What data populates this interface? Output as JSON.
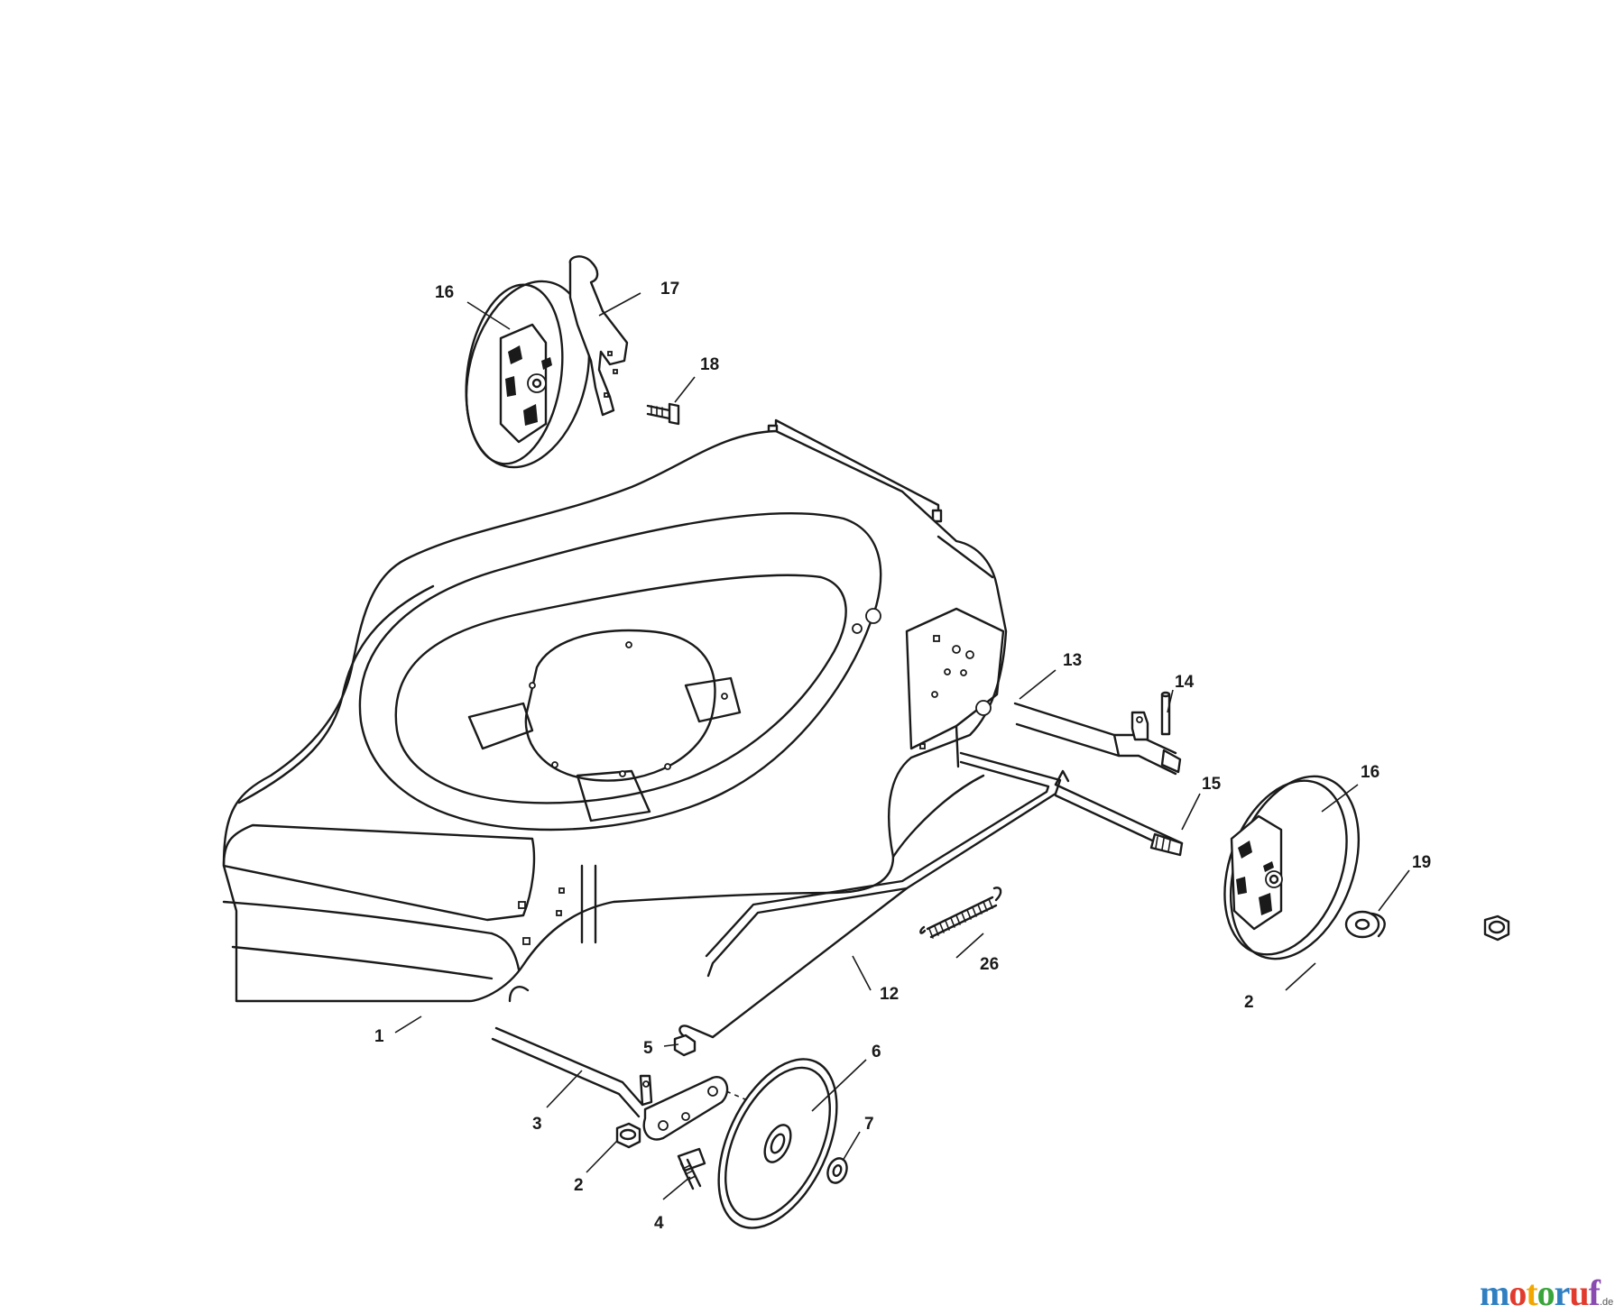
{
  "diagram": {
    "callouts": [
      {
        "id": "c1",
        "text": "1"
      },
      {
        "id": "c2a",
        "text": "2"
      },
      {
        "id": "c2b",
        "text": "2"
      },
      {
        "id": "c3",
        "text": "3"
      },
      {
        "id": "c4",
        "text": "4"
      },
      {
        "id": "c5",
        "text": "5"
      },
      {
        "id": "c6",
        "text": "6"
      },
      {
        "id": "c7",
        "text": "7"
      },
      {
        "id": "c12",
        "text": "12"
      },
      {
        "id": "c13",
        "text": "13"
      },
      {
        "id": "c14",
        "text": "14"
      },
      {
        "id": "c15",
        "text": "15"
      },
      {
        "id": "c16a",
        "text": "16"
      },
      {
        "id": "c16b",
        "text": "16"
      },
      {
        "id": "c17",
        "text": "17"
      },
      {
        "id": "c18",
        "text": "18"
      },
      {
        "id": "c19",
        "text": "19"
      },
      {
        "id": "c26",
        "text": "26"
      }
    ]
  },
  "watermark": {
    "name": "motoruf",
    "tld": ".de",
    "letter_colors": [
      "#2f7fc1",
      "#e23b2e",
      "#f2a600",
      "#3aa53a",
      "#2f7fc1",
      "#e23b2e",
      "#8a4bb0"
    ]
  }
}
